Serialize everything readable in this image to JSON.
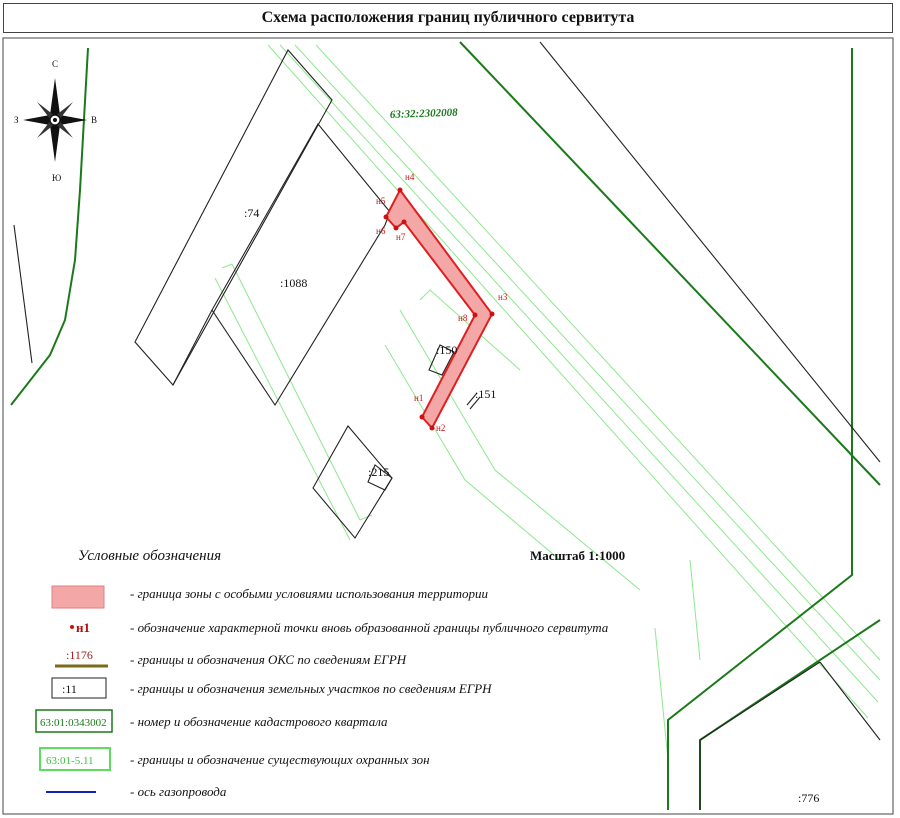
{
  "title": "Схема расположения границ публичного сервитута",
  "compass": {
    "north": "С",
    "south": "Ю",
    "west": "З",
    "east": "В"
  },
  "quarter_label": "63:32:2302008",
  "parcel_labels": {
    "p74": ":74",
    "p1088": ":1088",
    "p150": ":150",
    "p151": ":151",
    "p215": ":215",
    "p776": ":776"
  },
  "points": {
    "n1": "н1",
    "n2": "н2",
    "n3": "н3",
    "n4": "н4",
    "n5": "н5",
    "n6": "н6",
    "n7": "н7",
    "n8": "н8"
  },
  "scale": "Масштаб 1:1000",
  "legend": {
    "heading": "Условные обозначения",
    "items": [
      {
        "sample": "",
        "text": "- граница зоны с особыми условиями использования территории"
      },
      {
        "sample": "н1",
        "text": "- обозначение характерной точки вновь образованной границы публичного сервитута"
      },
      {
        "sample": ":1176",
        "text": "- границы и обозначения ОКС по сведениям ЕГРН"
      },
      {
        "sample": ":11",
        "text": "- границы и обозначения земельных участков по сведениям ЕГРН"
      },
      {
        "sample": "63:01:0343002",
        "text": "- номер и обозначение кадастрового квартала"
      },
      {
        "sample": "63:01-5.11",
        "text": "- границы и обозначение существующих охранных зон"
      },
      {
        "sample": "",
        "text": "- ось газопровода"
      }
    ]
  },
  "colors": {
    "zone_fill": "#f4a7a7",
    "zone_stroke": "#e02020",
    "quarter_line": "#1a7a1a",
    "protect_zone": "#6fe06f",
    "oks_line": "#7a6a1a",
    "gas_axis": "#1020c0",
    "point_red": "#d01010"
  }
}
